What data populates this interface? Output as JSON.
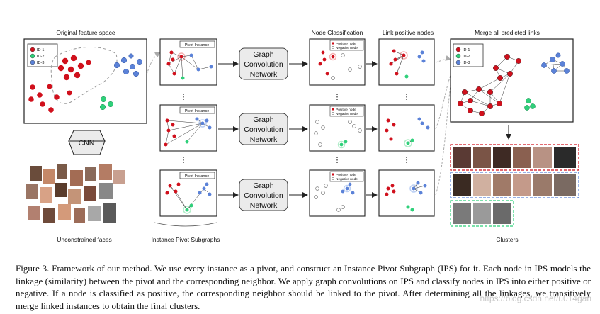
{
  "labels": {
    "original_feature_space": "Original feature space",
    "cnn": "CNN",
    "unconstrained_faces": "Unconstrained faces",
    "instance_pivot_subgraphs": "Instance Pivot Subgraphs",
    "node_classification": "Node Classification",
    "link_positive_nodes": "Link positive nodes",
    "merge_all_predicted_links": "Merge all predicted links",
    "clusters": "Clusters",
    "pivot_instance": "Pivot Instance",
    "gcn_line1": "Graph",
    "gcn_line2": "Convolution",
    "gcn_line3": "Network",
    "positive_node": "Positive node",
    "negative_node": "Negative node",
    "ellipsis": "⋮"
  },
  "legend": [
    {
      "label": "ID-1",
      "color": "#d0101c"
    },
    {
      "label": "ID-2",
      "color": "#2fd07a"
    },
    {
      "label": "ID-3",
      "color": "#5b82d8"
    }
  ],
  "colors": {
    "id1": "#d0101c",
    "id2": "#2fd07a",
    "id3": "#5b82d8",
    "negative": "#9a9a9a",
    "cluster1_border": "#d0101c",
    "cluster2_border": "#5b82d8",
    "cluster3_border": "#2fd07a"
  },
  "caption": "Figure 3. Framework of our method. We use every instance as a pivot, and construct an Instance Pivot Subgraph (IPS) for it. Each node in IPS models the linkage (similarity) between the pivot and the corresponding neighbor. We apply graph convolutions on IPS and classify nodes in IPS into either positive or negative. If a node is classified as positive, the corresponding neighbor should be linked to the pivot. After determining all the linkages, we transitively merge linked instances to obtain the final clusters.",
  "watermark": "https://blog.csdn.net/u014gan"
}
